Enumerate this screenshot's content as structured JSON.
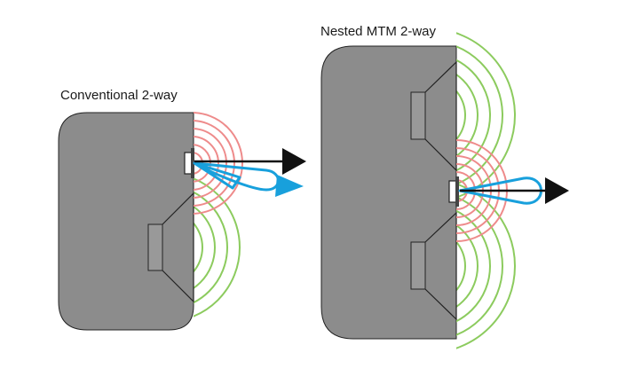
{
  "captions": {
    "left": "Conventional 2-way",
    "right": "Nested MTM 2-way"
  },
  "colors": {
    "cabinet": "#8c8c8c",
    "cabinet_stroke": "#222222",
    "driver": "#999999",
    "woofer_wave": "#8ccb5e",
    "tweeter_wave": "#ee8b8b",
    "dispersion_lobe": "#18a0dc",
    "axis_arrow": "#111111"
  },
  "diagrams": [
    {
      "name": "conventional-2-way",
      "woofers": 1,
      "tweeters": 1
    },
    {
      "name": "nested-mtm-2-way",
      "woofers": 2,
      "tweeters": 1
    }
  ]
}
